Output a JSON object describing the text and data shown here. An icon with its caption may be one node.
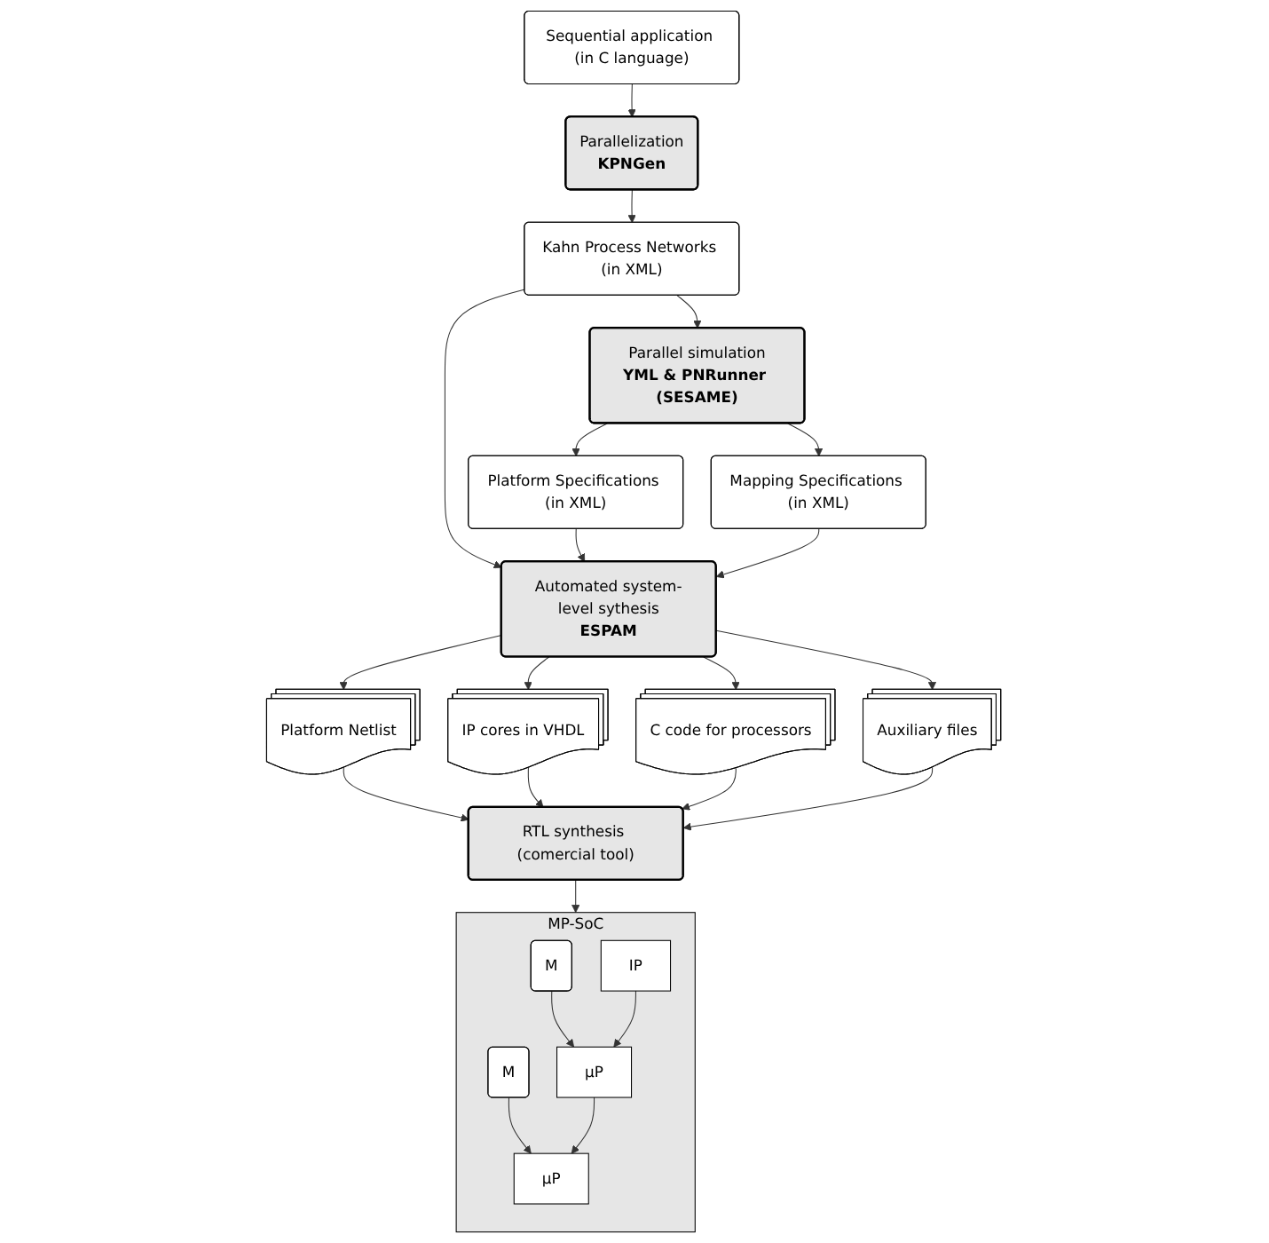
{
  "diagram": {
    "nodes": [
      {
        "text": [
          "Sequential application (in C language)"
        ]
      },
      {
        "text": [
          "Parallelization",
          "KPNGen"
        ]
      },
      {
        "text": [
          "Parallel simulation",
          "YML & PNRunner (SESAME)"
        ]
      },
      {
        "text": [
          "Kahn Process Networks (in XML)"
        ]
      },
      {
        "text": [
          "Platform Specifications (in XML)"
        ]
      },
      {
        "text": [
          "Mapping Specifications (in XML)"
        ]
      },
      {
        "text": [
          "Automated system-level sythesis",
          "ESPAM"
        ]
      },
      {
        "text": [
          "Platform Netlist"
        ]
      },
      {
        "text": [
          "IP cores in VHDL"
        ]
      },
      {
        "text": [
          "C code for processors"
        ]
      },
      {
        "text": [
          "Auxiliary files"
        ]
      },
      {
        "text": [
          "RTL synthesis (comercial tool)"
        ]
      },
      {
        "text": [
          "MP-SoC"
        ]
      },
      {
        "text": [
          "M"
        ],
        "in": 12
      },
      {
        "text": [
          "M"
        ],
        "in": 12
      },
      {
        "text": [
          "µP"
        ],
        "in": 12
      },
      {
        "text": [
          "µP"
        ],
        "in": 12
      },
      {
        "text": [
          "IP"
        ],
        "in": 12
      }
    ],
    "edges": [
      {
        "from": 0,
        "to": 1,
        "arrow": "to"
      },
      {
        "from": 1,
        "to": 3,
        "arrow": "to"
      },
      {
        "from": 3,
        "to": 2,
        "arrow": "to"
      },
      {
        "from": 2,
        "to": 4,
        "arrow": "to"
      },
      {
        "from": 2,
        "to": 5,
        "arrow": "to"
      },
      {
        "from": 3,
        "to": 6,
        "arrow": "to"
      },
      {
        "from": 4,
        "to": 6,
        "arrow": "to"
      },
      {
        "from": 5,
        "to": 6,
        "arrow": "to"
      },
      {
        "from": 6,
        "to": 7,
        "arrow": "to"
      },
      {
        "from": 6,
        "to": 8,
        "arrow": "to"
      },
      {
        "from": 6,
        "to": 9,
        "arrow": "to"
      },
      {
        "from": 6,
        "to": 10,
        "arrow": "to"
      },
      {
        "from": 7,
        "to": 11,
        "arrow": "to"
      },
      {
        "from": 8,
        "to": 11,
        "arrow": "to"
      },
      {
        "from": 9,
        "to": 11,
        "arrow": "to"
      },
      {
        "from": 10,
        "to": 11,
        "arrow": "to"
      },
      {
        "from": 11,
        "to": 12,
        "arrow": "to"
      },
      {
        "from": 13,
        "to": 15,
        "arrow": "to"
      },
      {
        "from": 14,
        "to": 16,
        "arrow": "to"
      },
      {
        "from": 16,
        "to": 15,
        "arrow": "to"
      },
      {
        "from": 17,
        "to": 16,
        "arrow": "to"
      }
    ]
  }
}
